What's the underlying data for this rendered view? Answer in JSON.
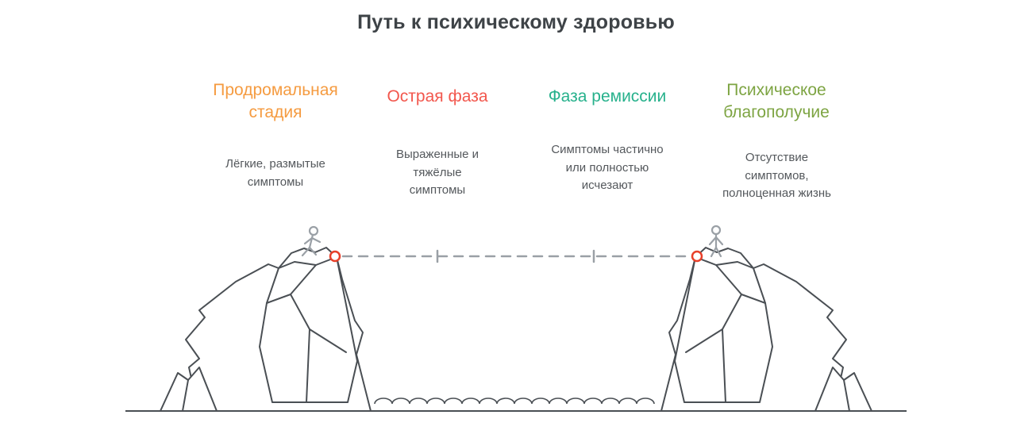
{
  "title": "Путь к психическому здоровью",
  "stages": [
    {
      "label": "Продромальная стадия",
      "description": "Лёгкие, размытые симптомы",
      "color": "#f59b40"
    },
    {
      "label": "Острая фаза",
      "description": "Выраженные и тяжёлые симптомы",
      "color": "#f2574d"
    },
    {
      "label": "Фаза ремиссии",
      "description": "Симптомы частично или полностью исчезают",
      "color": "#27b18c"
    },
    {
      "label": "Психическое благополучие",
      "description": "Отсутствие симптомов, полноценная жизнь",
      "color": "#7da442"
    }
  ],
  "illustration": {
    "outline_color": "#4a4f54",
    "rope_color": "#9aa0a6",
    "figure_color": "#9aa0a6",
    "anchor_color": "#e8402a",
    "scene": "two cliffs over water connected by a dashed tightrope with stick figures on each side"
  }
}
